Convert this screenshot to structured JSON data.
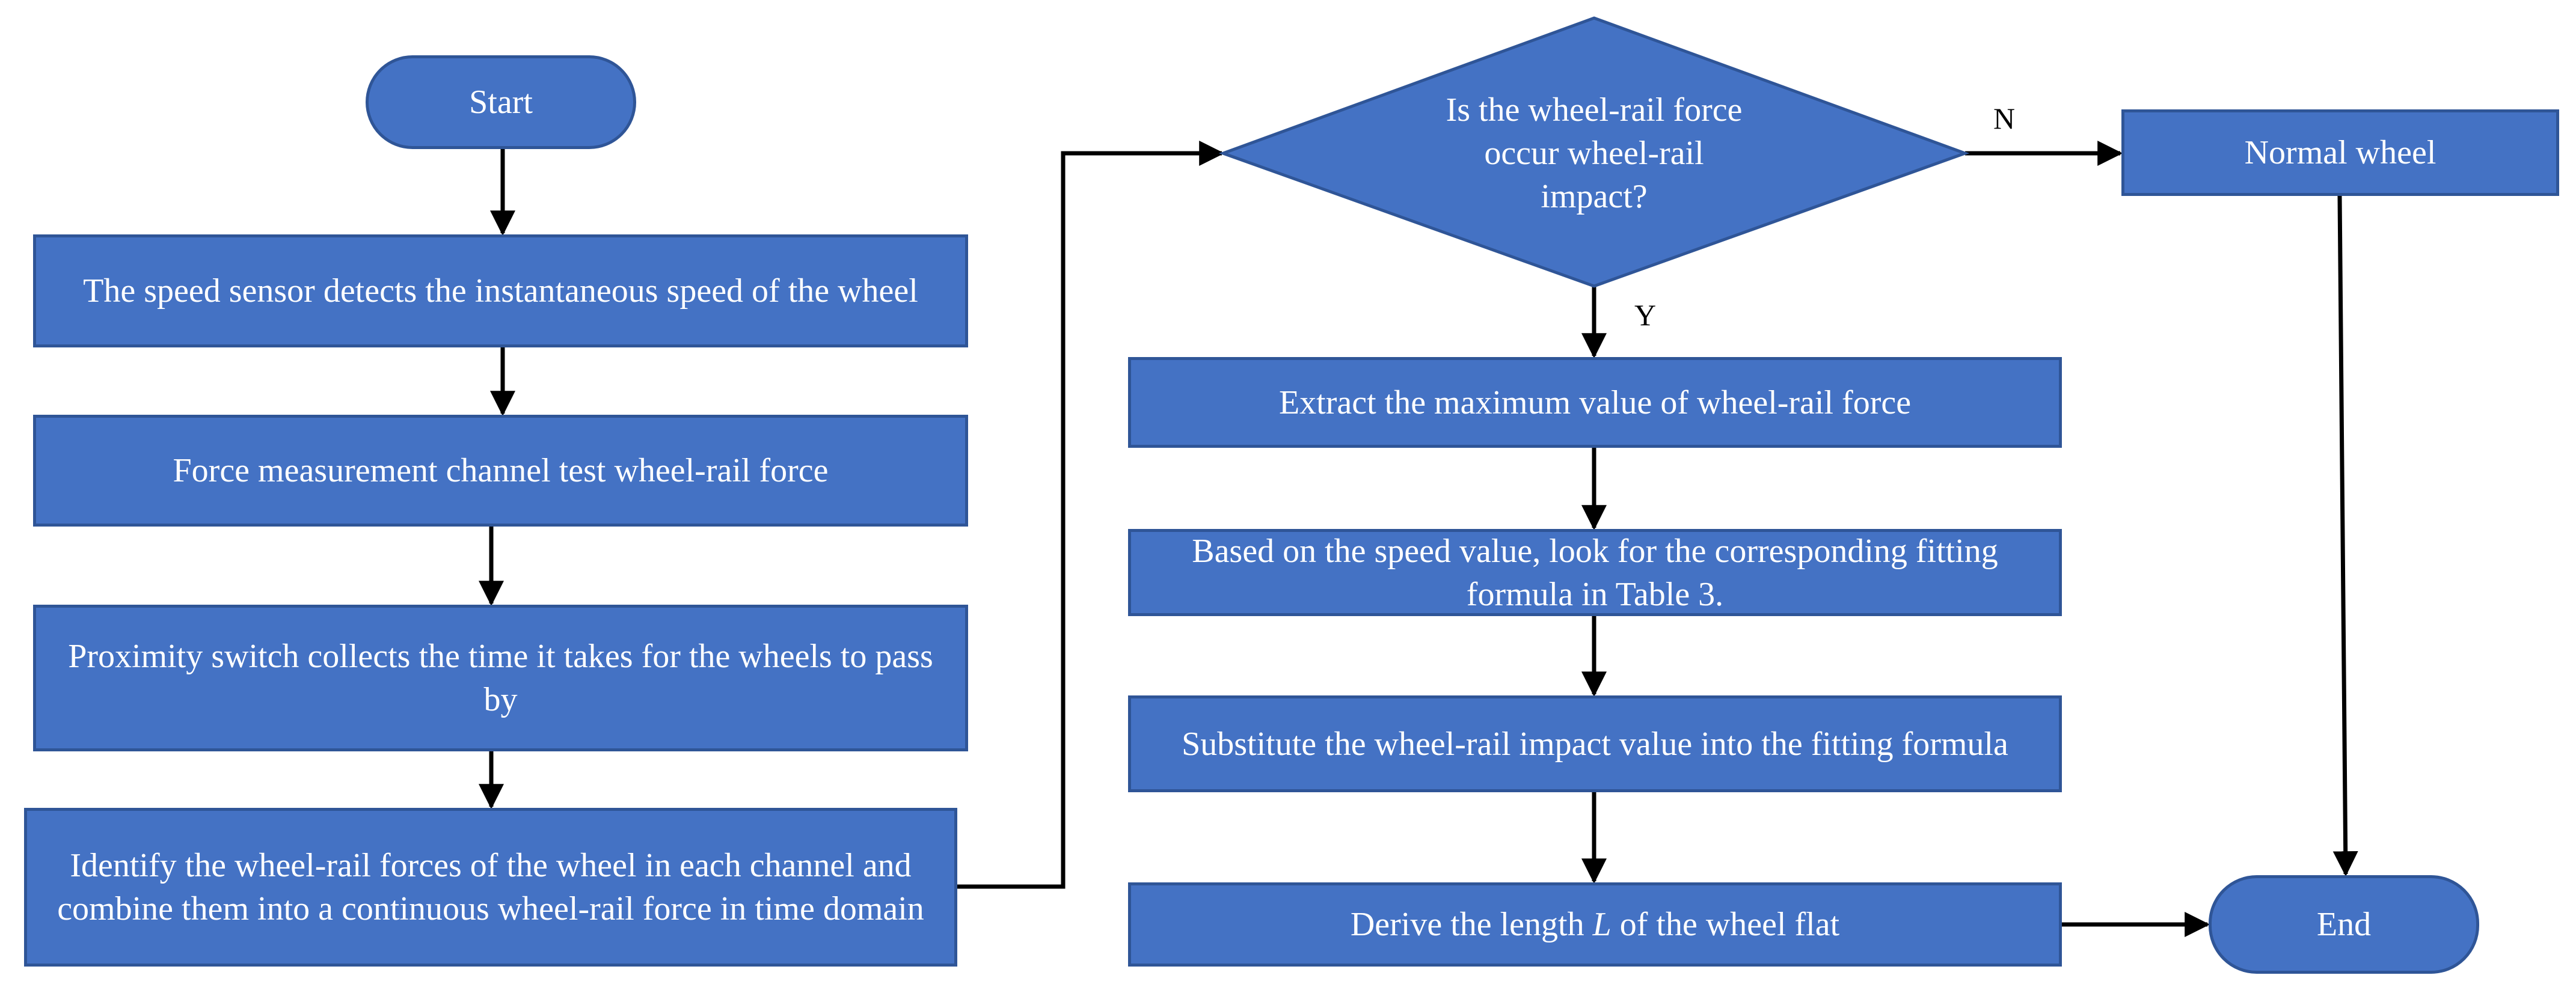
{
  "colors": {
    "fill": "#4472c4",
    "stroke": "#2f5597",
    "text": "#ffffff",
    "arrow": "#000000"
  },
  "nodes": {
    "start": "Start",
    "speed_sensor": "The speed sensor detects the instantaneous speed of the wheel",
    "force_channel": "Force measurement channel test wheel-rail force",
    "proximity": "Proximity switch collects the time it takes for the wheels to pass by",
    "identify": "Identify the wheel-rail forces of the wheel in each channel and combine them into a continuous wheel-rail force in time domain",
    "decision": "Is the wheel-rail force occur wheel-rail impact?",
    "normal": "Normal wheel",
    "extract_max": "Extract the maximum value of wheel-rail force",
    "lookup": "Based on the speed value, look for the corresponding fitting formula in Table 3.",
    "substitute": "Substitute the wheel-rail impact value into the fitting formula",
    "derive_before": "Derive the length ",
    "derive_var": "L",
    "derive_after": " of the wheel flat",
    "end": "End"
  },
  "edge_labels": {
    "no": "N",
    "yes": "Y"
  }
}
